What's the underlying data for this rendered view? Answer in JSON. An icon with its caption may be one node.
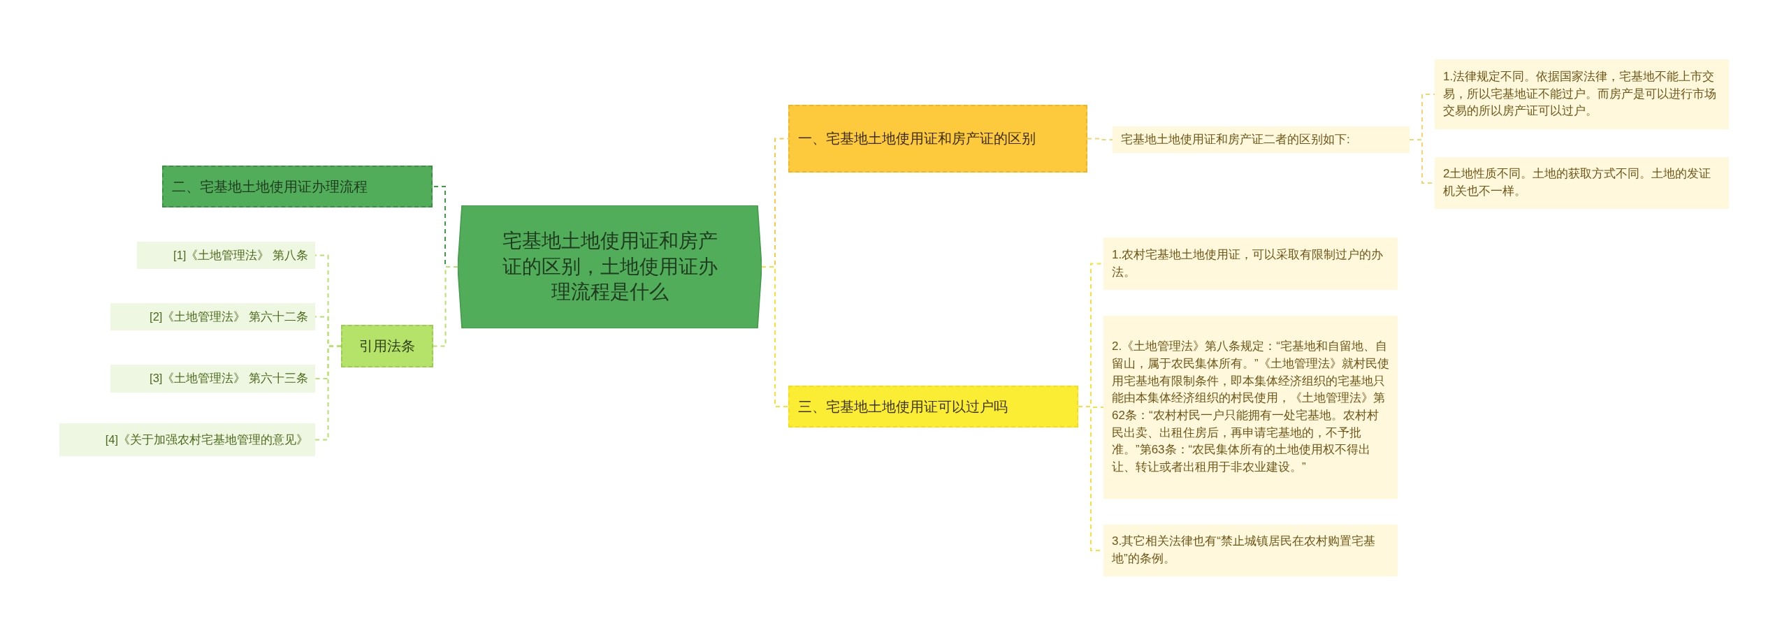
{
  "diagram": {
    "nodes": [
      {
        "text": [
          "宅基地土地使用证和房产证的区别，土地使用证办理流程是什么"
        ]
      },
      {
        "text": [
          "二、宅基地土地使用证办理流程"
        ]
      },
      {
        "text": [
          "引用法条"
        ]
      },
      {
        "text": [
          "[1]《土地管理法》 第八条"
        ]
      },
      {
        "text": [
          "[2]《土地管理法》 第六十二条"
        ]
      },
      {
        "text": [
          "[3]《土地管理法》 第六十三条"
        ]
      },
      {
        "text": [
          "[4]《关于加强农村宅基地管理的意见》"
        ]
      },
      {
        "text": [
          "一、宅基地土地使用证和房产证的区别"
        ]
      },
      {
        "text": [
          "宅基地土地使用证和房产证二者的区别如下:"
        ]
      },
      {
        "text": [
          "1.法律规定不同。依据国家法律，宅基地不能上市交易，所以宅基地证不能过户。而房产是可以进行市场交易的所以房产证可以过户。"
        ]
      },
      {
        "text": [
          "2土地性质不同。土地的获取方式不同。土地的发证机关也不一样。"
        ]
      },
      {
        "text": [
          "三、宅基地土地使用证可以过户吗"
        ]
      },
      {
        "text": [
          "1.农村宅基地土地使用证，可以采取有限制过户的办法。"
        ]
      },
      {
        "text": [
          "2.《土地管理法》第八条规定：“宅基地和自留地、自留山，属于农民集体所有。”《土地管理法》就村民使用宅基地有限制条件，即本集体经济组织的宅基地只能由本集体经济组织的村民使用，《土地管理法》第62条：“农村村民一户只能拥有一处宅基地。农村村民出卖、出租住房后，再申请宅基地的，不予批准。”第63条：“农民集体所有的土地使用权不得出让、转让或者出租用于非农业建设。”"
        ]
      },
      {
        "text": [
          "3.其它相关法律也有“禁止城镇居民在农村购置宅基地”的条例。"
        ]
      }
    ],
    "edges": [
      {
        "from": 0,
        "to": 1,
        "arrow": "none",
        "style": "dashed",
        "color": "#3f9a48"
      },
      {
        "from": 0,
        "to": 2,
        "arrow": "none",
        "style": "dashed",
        "color": "#b5e36a"
      },
      {
        "from": 2,
        "to": 3,
        "arrow": "none",
        "style": "dashed",
        "color": "#b5e36a"
      },
      {
        "from": 2,
        "to": 4,
        "arrow": "none",
        "style": "dashed",
        "color": "#b5e36a"
      },
      {
        "from": 2,
        "to": 5,
        "arrow": "none",
        "style": "dashed",
        "color": "#b5e36a"
      },
      {
        "from": 2,
        "to": 6,
        "arrow": "none",
        "style": "dashed",
        "color": "#b5e36a"
      },
      {
        "from": 0,
        "to": 7,
        "arrow": "none",
        "style": "dashed",
        "color": "#f7c945"
      },
      {
        "from": 7,
        "to": 8,
        "arrow": "none",
        "style": "dashed",
        "color": "#f7d36b"
      },
      {
        "from": 8,
        "to": 9,
        "arrow": "none",
        "style": "dashed",
        "color": "#f7d36b"
      },
      {
        "from": 8,
        "to": 10,
        "arrow": "none",
        "style": "dashed",
        "color": "#f7d36b"
      },
      {
        "from": 0,
        "to": 11,
        "arrow": "none",
        "style": "dashed",
        "color": "#f5e233"
      },
      {
        "from": 11,
        "to": 12,
        "arrow": "none",
        "style": "dashed",
        "color": "#f5e233"
      },
      {
        "from": 11,
        "to": 13,
        "arrow": "none",
        "style": "dashed",
        "color": "#f5e233"
      },
      {
        "from": 11,
        "to": 14,
        "arrow": "none",
        "style": "dashed",
        "color": "#f5e233"
      }
    ]
  }
}
